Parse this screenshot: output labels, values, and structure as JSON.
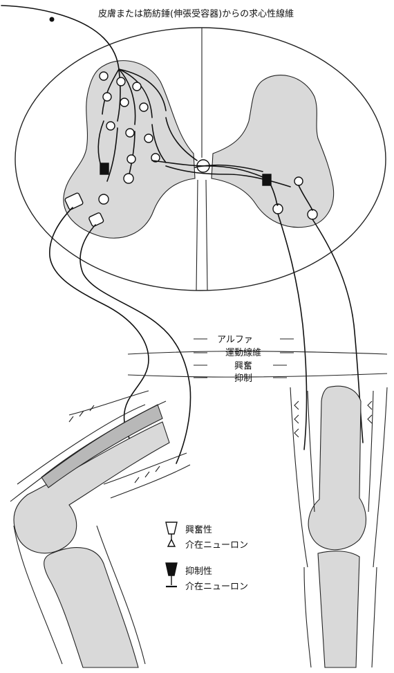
{
  "header_label": "皮膚または筋紡錘(伸張受容器)からの求心性線維",
  "fiber_labels": {
    "alpha": "アルファ",
    "motor_fibers": "運動線維",
    "excitatory": "興奮",
    "inhibitory": "抑制"
  },
  "legend": {
    "excitatory_line1": "興奮性",
    "excitatory_line2": "介在ニューロン",
    "inhibitory_line1": "抑制性",
    "inhibitory_line2": "介在ニューロン"
  },
  "colors": {
    "ink": "#111111",
    "gray_matter": "#d9d9d9",
    "muscle": "#b8b8b8",
    "background": "#ffffff"
  }
}
